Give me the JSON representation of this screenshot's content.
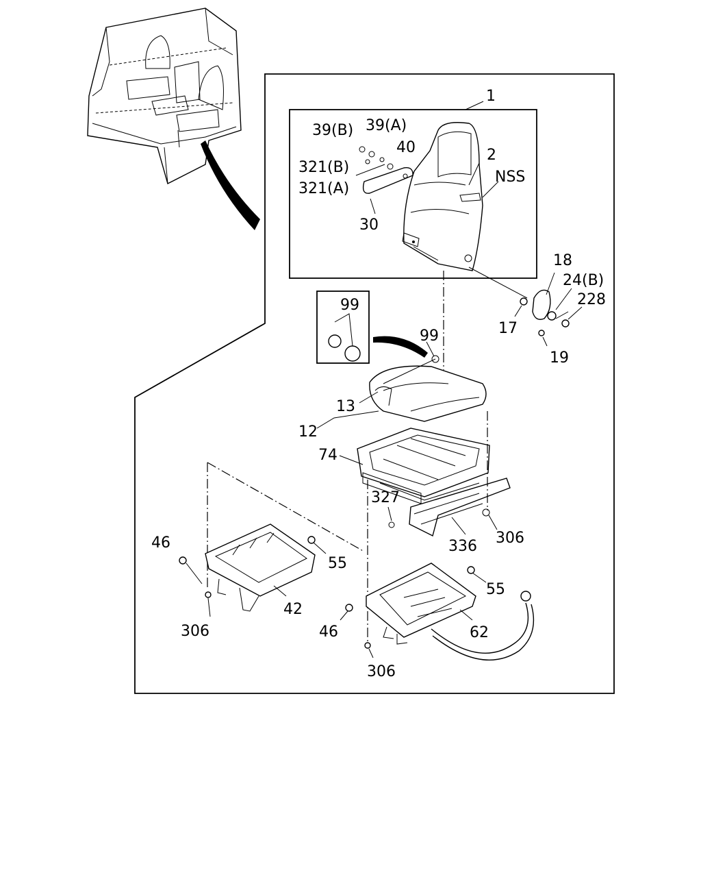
{
  "callouts": {
    "p1": "1",
    "p2": "2",
    "nss": "NSS",
    "p39b": "39(B)",
    "p39a": "39(A)",
    "p40": "40",
    "p321b": "321(B)",
    "p321a": "321(A)",
    "p30": "30",
    "p18": "18",
    "p24b": "24(B)",
    "p228": "228",
    "p17": "17",
    "p19": "19",
    "p99_inset": "99",
    "p99": "99",
    "p13": "13",
    "p12": "12",
    "p74": "74",
    "p327": "327",
    "p306_right": "306",
    "p336": "336",
    "p46_left": "46",
    "p55_left": "55",
    "p42": "42",
    "p306_left": "306",
    "p55_right": "55",
    "p46_right": "46",
    "p62": "62",
    "p306_bottom": "306"
  }
}
